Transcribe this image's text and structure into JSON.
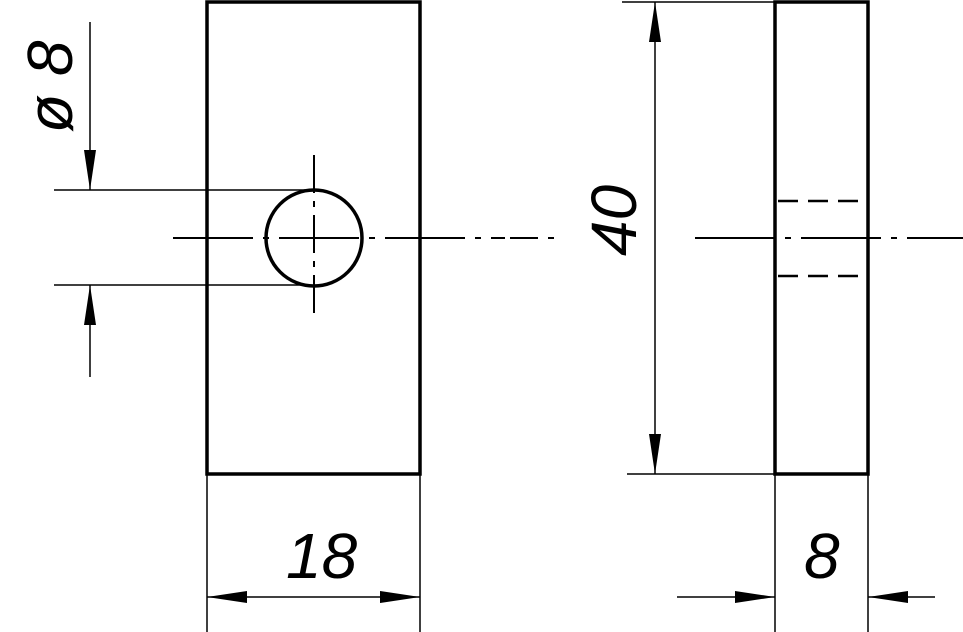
{
  "dimensions": {
    "hole_diameter": "ø 8",
    "width": "18",
    "height": "40",
    "thickness": "8"
  },
  "colors": {
    "line": "#000000",
    "background": "#ffffff"
  }
}
